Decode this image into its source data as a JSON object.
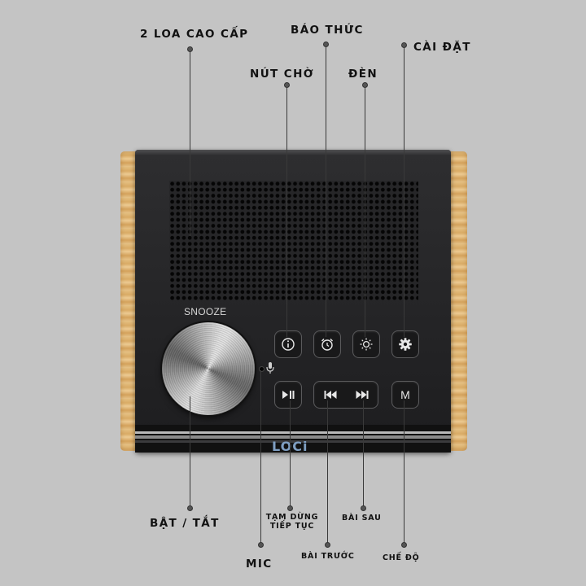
{
  "device": {
    "snooze_label": "SNOOZE",
    "brand_text": "LOCi",
    "m_button_label": "M",
    "colors": {
      "background": "#c4c4c4",
      "body": "#1d1d1f",
      "wood": "#e3bd7e",
      "brand_blue": "#7f9fc2"
    }
  },
  "callouts": {
    "speakers": "2 LOA CAO CẤP",
    "alarm": "BÁO THỨC",
    "settings": "CÀI ĐẶT",
    "snooze": "NÚT CHỜ",
    "light": "ĐÈN",
    "power": "BẬT / TẮT",
    "mic": "MIC",
    "pause_line1": "TẠM DỪNG",
    "pause_line2": "TIẾP TỤC",
    "previous": "BÀI TRƯỚC",
    "next": "BÀI SAU",
    "mode": "CHẾ ĐỘ"
  },
  "icons": {
    "snooze_button": "info-circle-icon",
    "alarm_button": "alarm-clock-icon",
    "light_button": "sun-icon",
    "settings_button": "gear-icon",
    "play_pause_button": "play-pause-icon",
    "previous_button": "skip-back-icon",
    "next_button": "skip-forward-icon",
    "mic": "microphone-icon"
  }
}
